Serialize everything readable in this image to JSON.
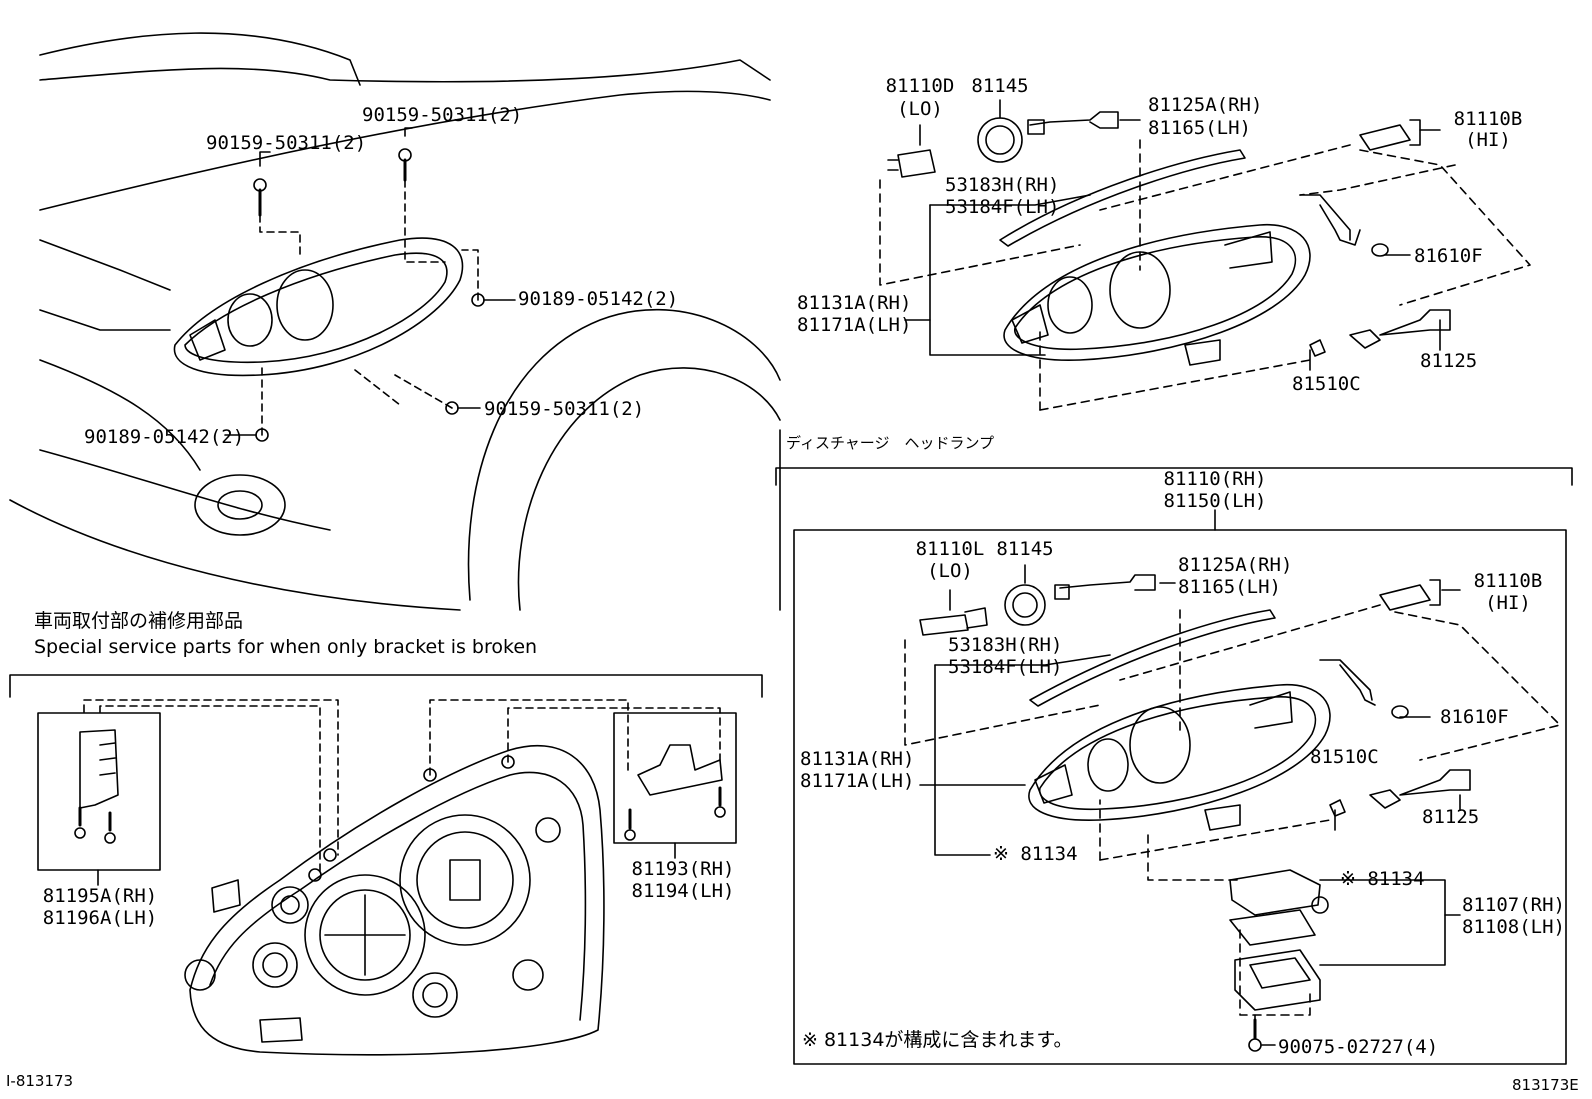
{
  "vehicle_callouts": [
    "90159-50311(2)",
    "90159-50311(2)",
    "90189-05142(2)",
    "90159-50311(2)",
    "90189-05142(2)"
  ],
  "halogen": {
    "bulb_lo": {
      "part": "81110D",
      "note": "(LO)"
    },
    "cap": "81145",
    "socket_rh": "81125A(RH)",
    "socket_lh": "81165(LH)",
    "bulb_hi": {
      "part": "81110B",
      "note": "(HI)"
    },
    "seal_rh": "53183H(RH)",
    "seal_lh": "53184F(LH)",
    "bulb_small": "81610F",
    "unit_rh": "81131A(RH)",
    "unit_lh": "81171A(LH)",
    "harness": "81125",
    "side_bulb": "81510C"
  },
  "discharge": {
    "section_title": "ディスチャージ　ヘッドランプ",
    "assembly_rh": "81110(RH)",
    "assembly_lh": "81150(LH)",
    "bulb_lo": {
      "part": "81110L",
      "note": "(LO)"
    },
    "cap": "81145",
    "socket_rh": "81125A(RH)",
    "socket_lh": "81165(LH)",
    "bulb_hi": {
      "part": "81110B",
      "note": "(HI)"
    },
    "seal_rh": "53183H(RH)",
    "seal_lh": "53184F(LH)",
    "bulb_small": "81610F",
    "side_bulb": "81510C",
    "unit_rh": "81131A(RH)",
    "unit_lh": "81171A(LH)",
    "harness": "81125",
    "gasket_a": "※ 81134",
    "gasket_b": "※ 81134",
    "ballast_rh": "81107(RH)",
    "ballast_lh": "81108(LH)",
    "screw": "90075-02727(4)",
    "footnote": "※ 81134が構成に含まれます。"
  },
  "bracket": {
    "title_jp": "車両取付部の補修用部品",
    "title_en": "Special service parts for when only bracket is broken",
    "kit_a_rh": "81195A(RH)",
    "kit_a_lh": "81196A(LH)",
    "kit_b_rh": "81193(RH)",
    "kit_b_lh": "81194(LH)"
  },
  "illustration_ids": {
    "left": "I-813173",
    "right": "813173E"
  }
}
